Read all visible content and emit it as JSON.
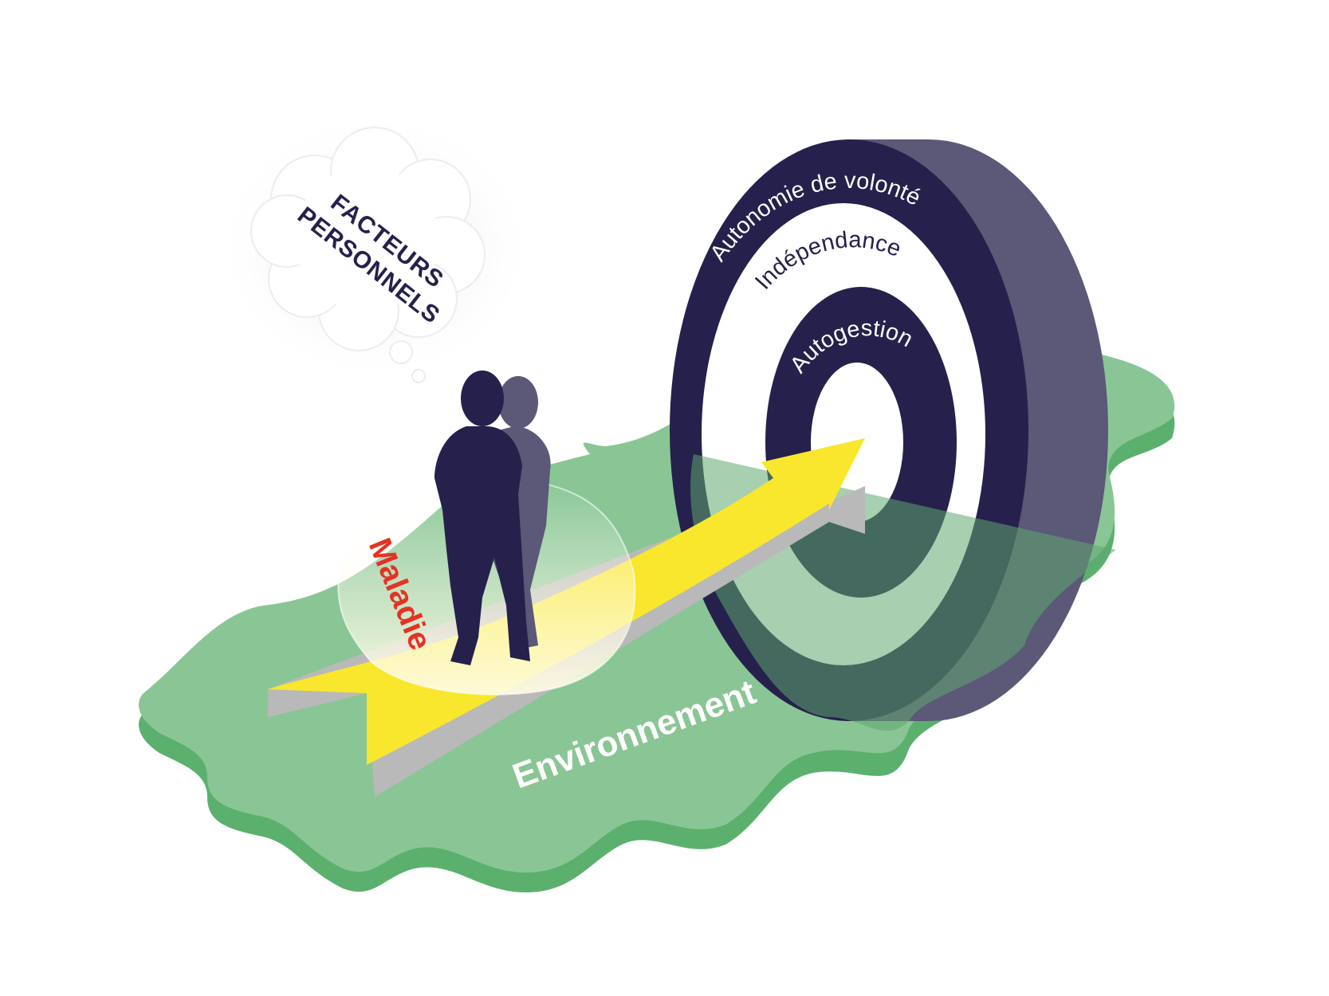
{
  "cloud": {
    "line1": "FACTEURS",
    "line2": "PERSONNELS"
  },
  "labels": {
    "maladie": "Maladie",
    "environnement": "Environnement"
  },
  "target": {
    "outer": "Autonomie de volonté",
    "middle": "Indépendance",
    "inner": "Autogestion"
  },
  "colors": {
    "navy": "#25214c",
    "navy_side": "#5b5878",
    "green": "#8ac695",
    "green_dark": "#5bb06e",
    "yellow": "#f9e72d",
    "arrow_side": "#b9b9b9",
    "red": "#e53223"
  }
}
